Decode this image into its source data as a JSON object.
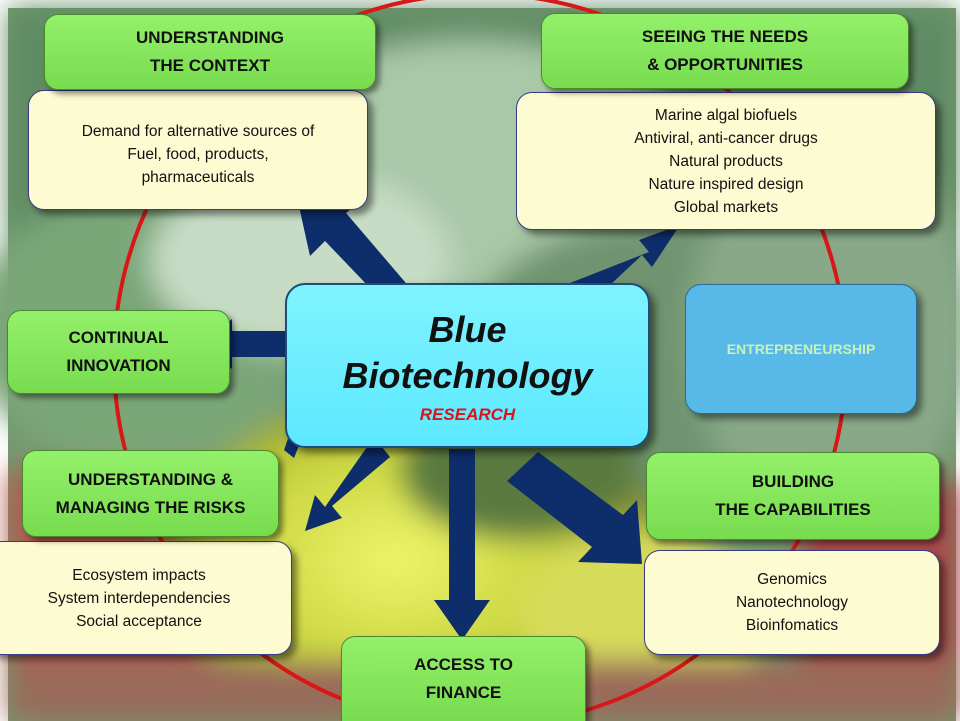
{
  "colors": {
    "arrow": "#0d2d6b",
    "ring": "#d81818",
    "green_box": "#84e45b",
    "cream_box": "#fdfbd2",
    "center_box": "#6ef0ff",
    "research_text": "#e0101a",
    "entrepreneurship_box": "#58b8e8"
  },
  "center": {
    "title_line1": "Blue",
    "title_line2": "Biotechnology",
    "subtitle": "RESEARCH"
  },
  "understanding_context": {
    "title_line1": "UNDERSTANDING",
    "title_line2": "THE CONTEXT",
    "details": [
      "Demand for alternative sources of",
      "Fuel, food, products,",
      "pharmaceuticals"
    ]
  },
  "seeing_needs": {
    "title_line1": "SEEING THE  NEEDS",
    "title_line2": "& OPPORTUNITIES",
    "details": [
      "Marine algal biofuels",
      "Antiviral, anti-cancer drugs",
      "Natural products",
      "Nature inspired design",
      "Global markets"
    ]
  },
  "continual_innovation": {
    "title_line1": "CONTINUAL",
    "title_line2": "INNOVATION"
  },
  "entrepreneurship": {
    "title": "ENTREPRENEURSHIP"
  },
  "managing_risks": {
    "title_line1": "UNDERSTANDING &",
    "title_line2": "MANAGING THE RISKS",
    "details": [
      "Ecosystem impacts",
      "System interdependencies",
      "Social acceptance"
    ]
  },
  "building_capabilities": {
    "title_line1": "BUILDING",
    "title_line2": "THE CAPABILITIES",
    "details": [
      "Genomics",
      "Nanotechnology",
      "Bioinfomatics"
    ]
  },
  "access_finance": {
    "title_line1": "ACCESS TO",
    "title_line2": "FINANCE"
  }
}
